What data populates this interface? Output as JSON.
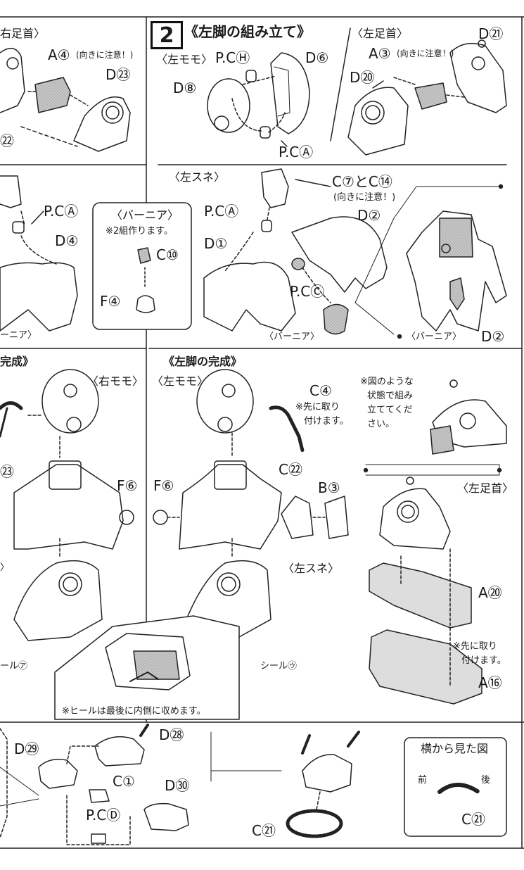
{
  "step": {
    "number": "2",
    "title": "《左脚の組み立て》"
  },
  "top_left": {
    "ankle": "右足首〉",
    "part_a": "A④",
    "part_a_note": "(向きに注意！)",
    "part_d": "D㉓",
    "part_d2": "㉒"
  },
  "thigh_panel": {
    "label": "〈左モモ〉",
    "pc": "P.CⒽ",
    "d6": "D⑥",
    "d8": "D⑧",
    "pc2": "P.CⒶ"
  },
  "left_ankle_panel": {
    "label": "〈左足首〉",
    "d21": "D㉑",
    "a3": "A③",
    "a3_note": "(向きに注意！)",
    "d20": "D⑳"
  },
  "mid_left": {
    "pc": "P.CⒶ",
    "d4": "D④",
    "caption": "ーニア〉"
  },
  "booster_box": {
    "title": "〈バーニア〉",
    "note": "※2組作ります。",
    "c10": "C⑩",
    "f4": "F④"
  },
  "shin_panel": {
    "label": "〈左スネ〉",
    "c_parts": "C⑦とC⑭",
    "c_note": "(向きに注意！)",
    "pc_a": "P.CⒶ",
    "d2": "D②",
    "d1": "D①",
    "pc_c": "P.CⒸ",
    "booster": "〈バーニア〉",
    "booster2": "〈バーニア〉",
    "d2b": "D②"
  },
  "right_complete": {
    "title": "完成》",
    "thigh": "〈右モモ〉",
    "c23": "㉓",
    "f6": "F⑥",
    "seal": "ール㋐",
    "caption": "〉"
  },
  "left_complete": {
    "title": "《左脚の完成》",
    "thigh": "〈左モモ〉",
    "c4": "C④",
    "c4_note1": "※先に取り",
    "c4_note2": "付けます。",
    "f6": "F⑥",
    "c22": "C㉒",
    "b3": "B③",
    "shin": "〈左スネ〉",
    "seal": "シール㋒",
    "heel_note": "※ヒールは最後に内側に収めます。"
  },
  "state_note": {
    "line1": "※図のような",
    "line2": "状態で組み",
    "line3": "立ててくだ",
    "line4": "さい。"
  },
  "left_ankle_assembly": {
    "label": "〈左足首〉",
    "a20": "A⑳",
    "note1": "※先に取り",
    "note2": "付けます。",
    "a16": "A⑯"
  },
  "head_row": {
    "d28": "D㉘",
    "d29": "D㉙",
    "c1": "C①",
    "d30": "D㉚",
    "pc_d": "P.CⒹ",
    "c21": "C㉑"
  },
  "side_view": {
    "title": "横から見た図",
    "front": "前",
    "back": "後",
    "c21": "C㉑"
  },
  "colors": {
    "line": "#222222",
    "fill_gray": "#bdbdbd",
    "fill_light": "#e6e6e6"
  }
}
